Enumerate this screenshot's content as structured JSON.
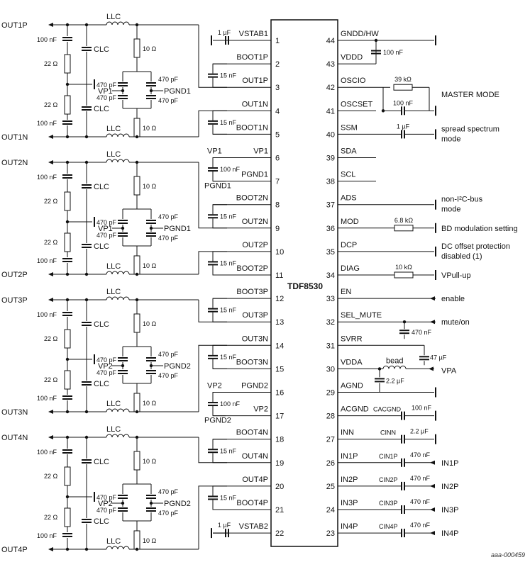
{
  "chip": {
    "name": "TDF8530"
  },
  "figure_id": "aaa-000459",
  "left_pins": [
    {
      "num": "1",
      "label": "VSTAB1"
    },
    {
      "num": "2",
      "label": "BOOT1P"
    },
    {
      "num": "3",
      "label": "OUT1P"
    },
    {
      "num": "4",
      "label": "OUT1N"
    },
    {
      "num": "5",
      "label": "BOOT1N"
    },
    {
      "num": "6",
      "label": "VP1"
    },
    {
      "num": "7",
      "label": "PGND1"
    },
    {
      "num": "8",
      "label": "BOOT2N"
    },
    {
      "num": "9",
      "label": "OUT2N"
    },
    {
      "num": "10",
      "label": "OUT2P"
    },
    {
      "num": "11",
      "label": "BOOT2P"
    },
    {
      "num": "12",
      "label": "BOOT3P"
    },
    {
      "num": "13",
      "label": "OUT3P"
    },
    {
      "num": "14",
      "label": "OUT3N"
    },
    {
      "num": "15",
      "label": "BOOT3N"
    },
    {
      "num": "16",
      "label": "PGND2"
    },
    {
      "num": "17",
      "label": "VP2"
    },
    {
      "num": "18",
      "label": "BOOT4N"
    },
    {
      "num": "19",
      "label": "OUT4N"
    },
    {
      "num": "20",
      "label": "OUT4P"
    },
    {
      "num": "21",
      "label": "BOOT4P"
    },
    {
      "num": "22",
      "label": "VSTAB2"
    }
  ],
  "right_pins": [
    {
      "num": "44",
      "label": "GNDD/HW"
    },
    {
      "num": "43",
      "label": "VDDD"
    },
    {
      "num": "42",
      "label": "OSCIO"
    },
    {
      "num": "41",
      "label": "OSCSET"
    },
    {
      "num": "40",
      "label": "SSM"
    },
    {
      "num": "39",
      "label": "SDA"
    },
    {
      "num": "38",
      "label": "SCL"
    },
    {
      "num": "37",
      "label": "ADS"
    },
    {
      "num": "36",
      "label": "MOD"
    },
    {
      "num": "35",
      "label": "DCP"
    },
    {
      "num": "34",
      "label": "DIAG"
    },
    {
      "num": "33",
      "label": "EN"
    },
    {
      "num": "32",
      "label": "SEL_MUTE"
    },
    {
      "num": "31",
      "label": "SVRR"
    },
    {
      "num": "30",
      "label": "VDDA"
    },
    {
      "num": "29",
      "label": "AGND"
    },
    {
      "num": "28",
      "label": "ACGND"
    },
    {
      "num": "27",
      "label": "INN"
    },
    {
      "num": "26",
      "label": "IN1P"
    },
    {
      "num": "25",
      "label": "IN2P"
    },
    {
      "num": "24",
      "label": "IN3P"
    },
    {
      "num": "23",
      "label": "IN4P"
    }
  ],
  "channels": [
    {
      "pos": "OUT1P",
      "neg": "OUT1N",
      "supply": "VP1",
      "pgnd": "PGND1"
    },
    {
      "pos": "OUT2N",
      "neg": "OUT2P",
      "supply": "VP1",
      "pgnd": "PGND1"
    },
    {
      "pos": "OUT3P",
      "neg": "OUT3N",
      "supply": "VP2",
      "pgnd": "PGND2"
    },
    {
      "pos": "OUT4N",
      "neg": "OUT4P",
      "supply": "VP2",
      "pgnd": "PGND2"
    }
  ],
  "filter": {
    "inductor": "LLC",
    "clc": "CLC",
    "c100": "100 nF",
    "r22": "22 Ω",
    "r10": "10 Ω",
    "c470": "470 pF"
  },
  "boot_cap": "15 nF",
  "vstab_cap": "1 µF",
  "supply_cap": "100 nF",
  "right_parts": {
    "vddd_cap": "100 nF",
    "osc_res": "39 kΩ",
    "osc_cap": "100 nF",
    "master_mode": "MASTER MODE",
    "ssm_cap": "1 µF",
    "ssm_note_1": "spread spectrum",
    "ssm_note_2": "mode",
    "ads_note_1": "non-I²C-bus",
    "ads_note_2": "mode",
    "mod_res": "6.8 kΩ",
    "mod_note": "BD modulation setting",
    "dcp_note_1": "DC offset protection",
    "dcp_note_2": "disabled (1)",
    "diag_res": "10 kΩ",
    "diag_note": "VPull-up",
    "en_note": "enable",
    "mute_note": "mute/on",
    "mute_cap": "470 nF",
    "svrr_cap": "47 µF",
    "bead": "bead",
    "vdda_cap": "2.2 µF",
    "vpa": "VPA",
    "acgnd_cap_label": "CACGND",
    "acgnd_cap": "100 nF",
    "inn_cap_label": "CINN",
    "inn_cap": "2.2 µF",
    "in_cap_value": "470 nF",
    "in_caps": [
      "CIN1P",
      "CIN2P",
      "CIN3P",
      "CIN4P"
    ],
    "in_terms": [
      "IN1P",
      "IN2P",
      "IN3P",
      "IN4P"
    ]
  }
}
